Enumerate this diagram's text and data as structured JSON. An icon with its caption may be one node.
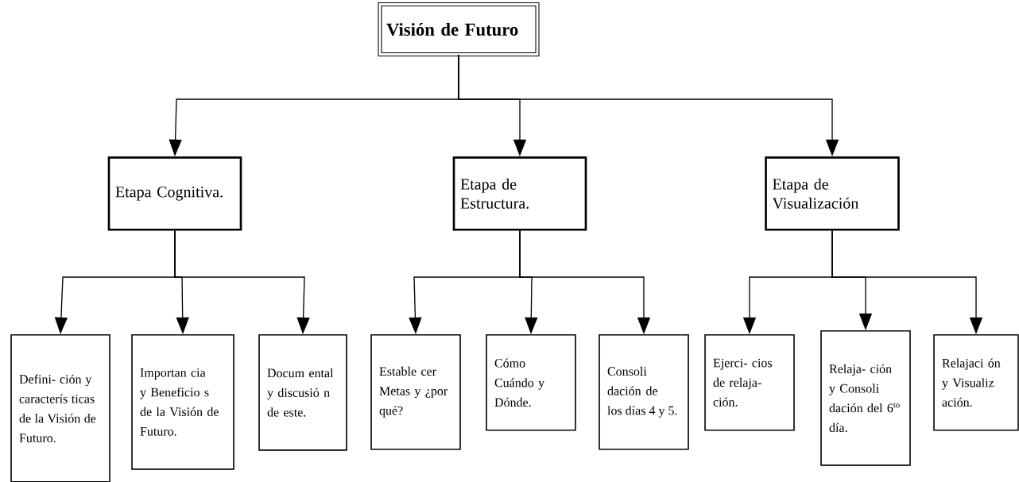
{
  "diagram": {
    "nodes": [
      {
        "text": [
          "Visión de Futuro"
        ]
      },
      {
        "text": [
          "Etapa Cognitiva."
        ]
      },
      {
        "text": [
          "Etapa de Estructura."
        ]
      },
      {
        "text": [
          "Etapa de Visualización"
        ]
      },
      {
        "text": [
          "Defini- ción y caracterís ticas de la Visión de Futuro."
        ]
      },
      {
        "text": [
          "Importan cia y Beneficio s de la Visión de Futuro."
        ]
      },
      {
        "text": [
          "Docum ental y discusió n de este."
        ]
      },
      {
        "text": [
          "Estable cer Metas y ¿por qué?"
        ]
      },
      {
        "text": [
          "Cómo Cuándo y Dónde."
        ]
      },
      {
        "text": [
          "Consoli dación de los días 4 y 5."
        ]
      },
      {
        "text": [
          "Ejerci- cios de relaja- ción."
        ]
      },
      {
        "text": [
          "Relaja- ción y Consoli dación del 6$^{to}$ día."
        ]
      },
      {
        "text": [
          "Relajaci ón y Visualiz ación."
        ]
      }
    ],
    "edges": [
      {
        "from": 0,
        "to": 1,
        "arrow": "to"
      },
      {
        "from": 0,
        "to": 2,
        "arrow": "to"
      },
      {
        "from": 0,
        "to": 3,
        "arrow": "to"
      },
      {
        "from": 1,
        "to": 4,
        "arrow": "to"
      },
      {
        "from": 1,
        "to": 5,
        "arrow": "to"
      },
      {
        "from": 1,
        "to": 6,
        "arrow": "to"
      },
      {
        "from": 2,
        "to": 7,
        "arrow": "to"
      },
      {
        "from": 2,
        "to": 8,
        "arrow": "to"
      },
      {
        "from": 2,
        "to": 9,
        "arrow": "to"
      },
      {
        "from": 3,
        "to": 10,
        "arrow": "to"
      },
      {
        "from": 3,
        "to": 11,
        "arrow": "to"
      },
      {
        "from": 3,
        "to": 12,
        "arrow": "to"
      }
    ]
  }
}
